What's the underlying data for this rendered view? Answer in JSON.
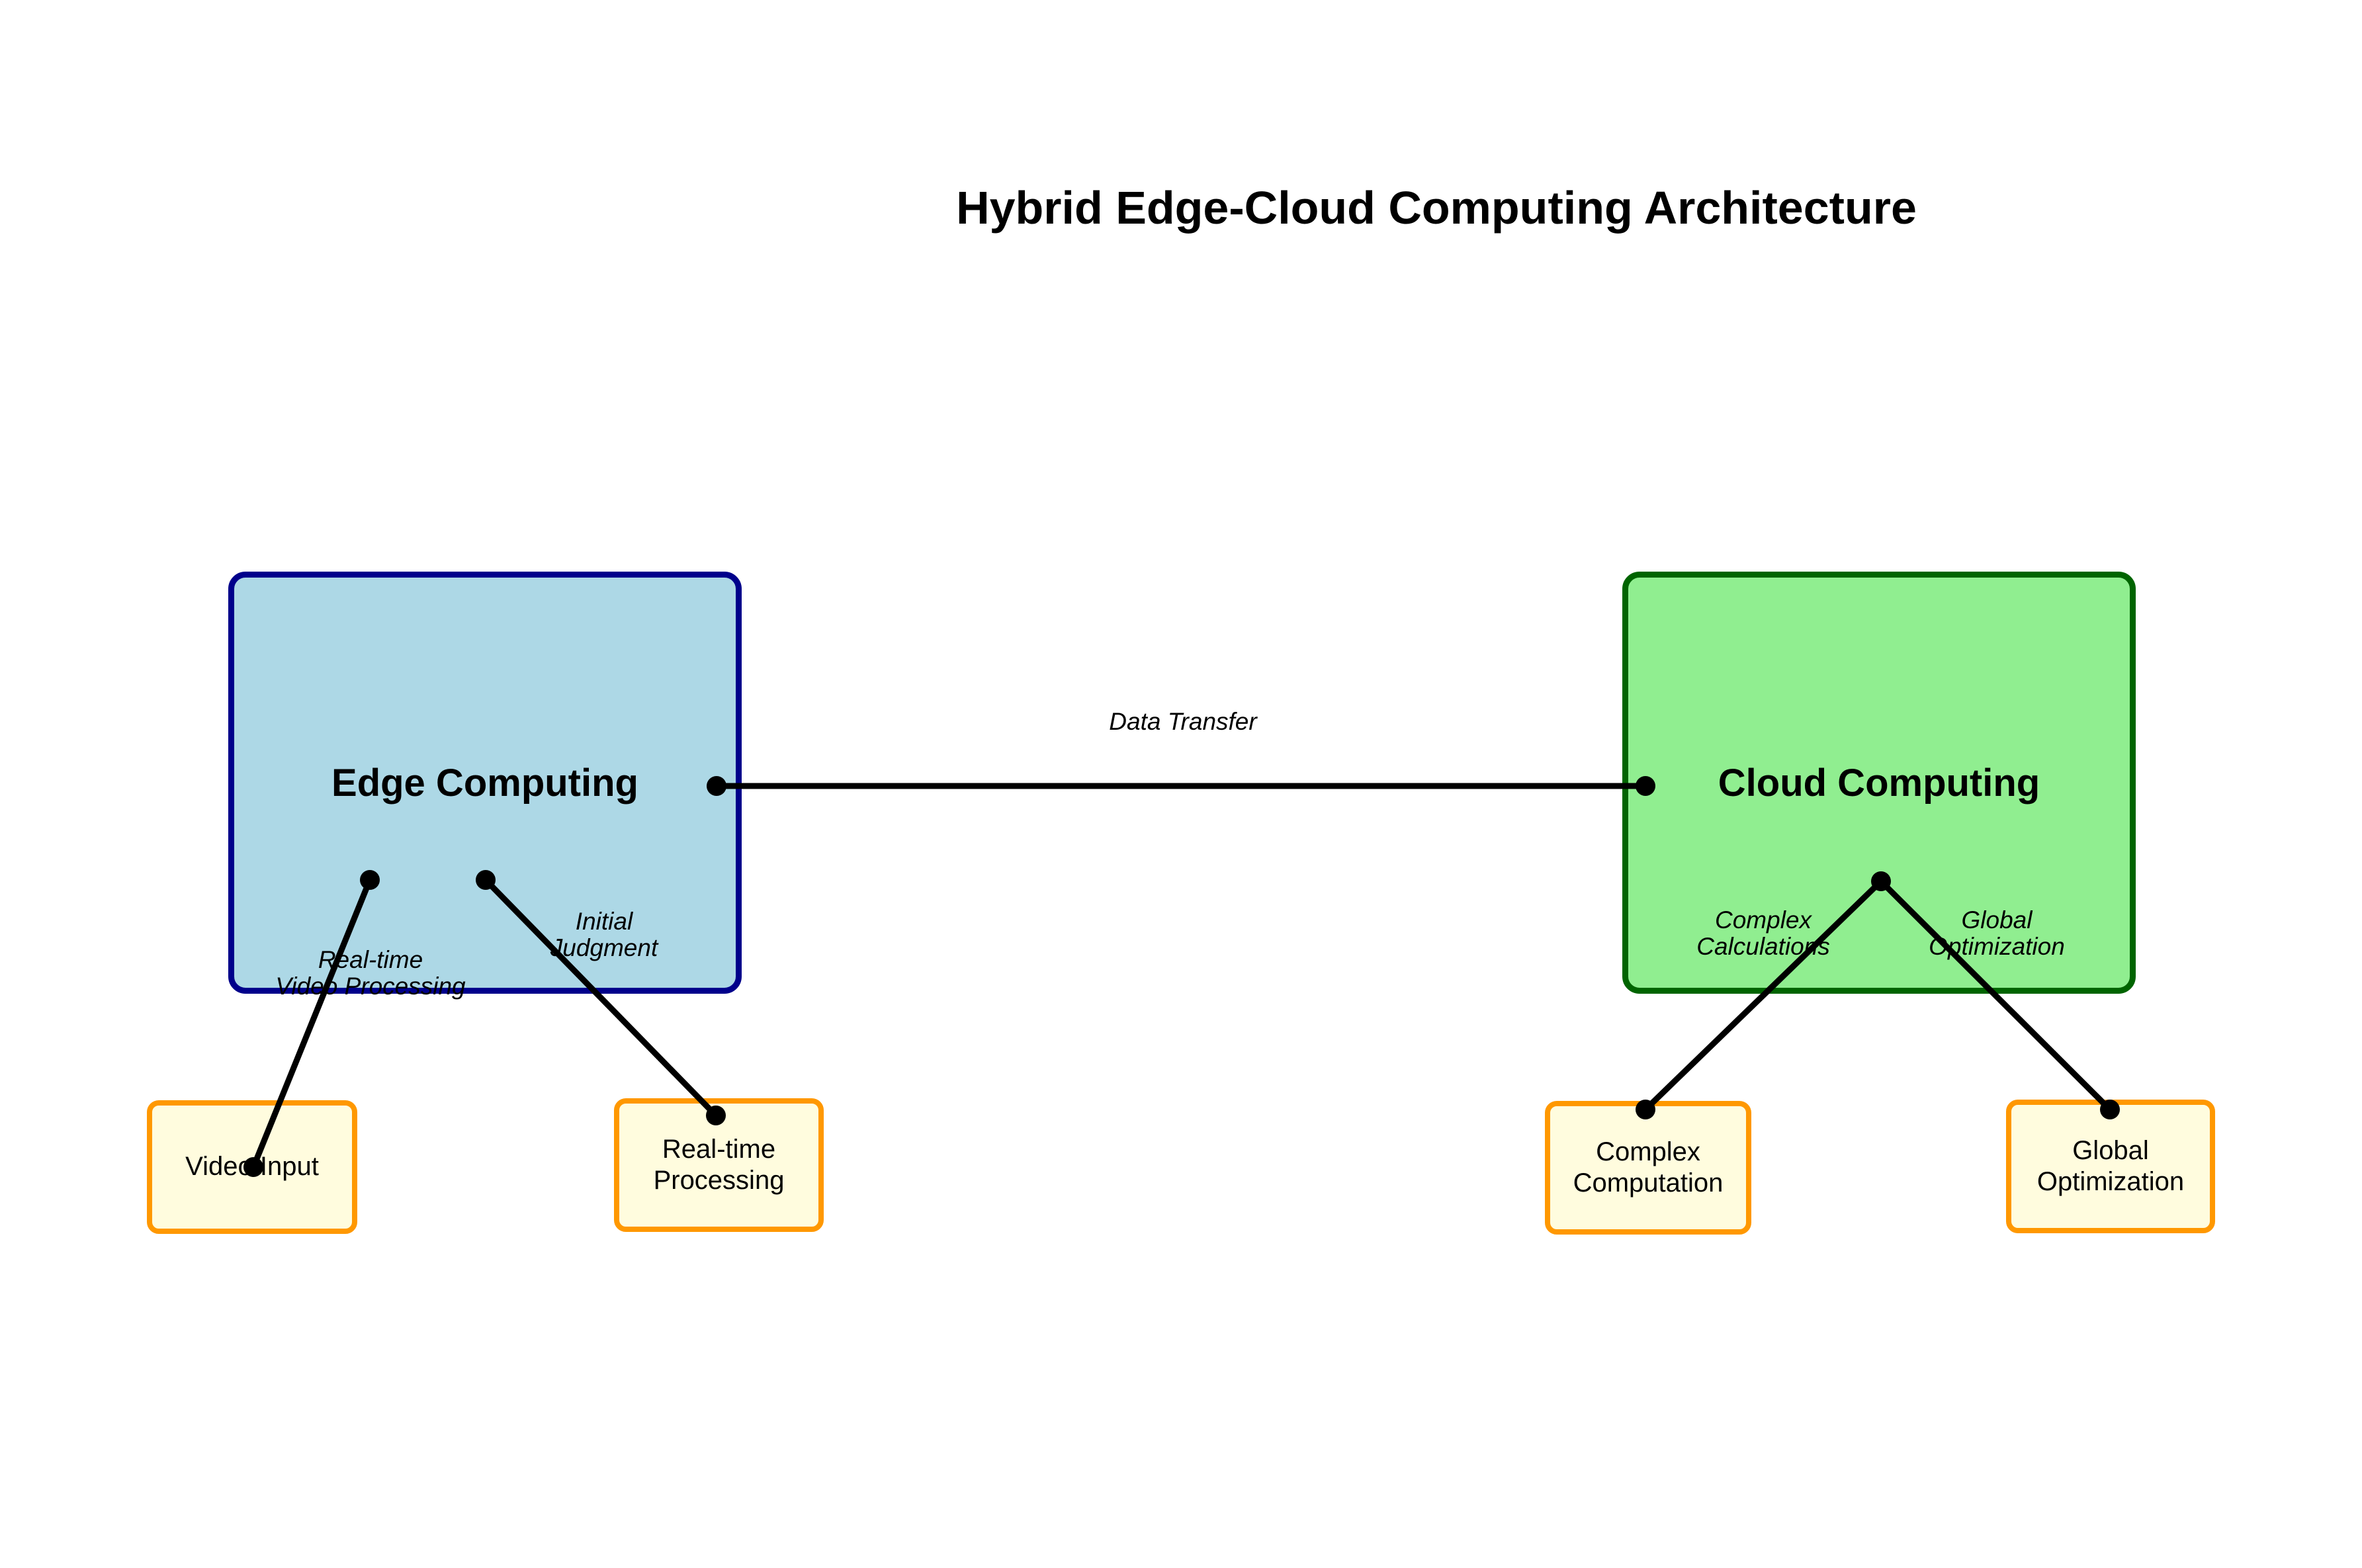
{
  "title": "Hybrid Edge-Cloud Computing Architecture",
  "colors": {
    "edge_fill": "#ADD8E6",
    "edge_border": "#00008B",
    "cloud_fill": "#90EE90",
    "cloud_border": "#006400",
    "leaf_fill": "#FFFCDE",
    "leaf_border": "#FF9800",
    "line_color": "#000000"
  },
  "nodes": {
    "edge": {
      "label": "Edge Computing"
    },
    "cloud": {
      "label": "Cloud Computing"
    },
    "video_input": {
      "label": "Video Input"
    },
    "realtime_processing": {
      "label": "Real-time Processing"
    },
    "complex_computation": {
      "label": "Complex Computation"
    },
    "global_optimization": {
      "label": "Global Optimization"
    }
  },
  "connections": [
    {
      "from": "edge",
      "to": "cloud",
      "label": "Data Transfer"
    },
    {
      "from": "edge",
      "to": "video_input",
      "label": "Real-time\nVideo Processing"
    },
    {
      "from": "edge",
      "to": "realtime_processing",
      "label": "Initial\nJudgment"
    },
    {
      "from": "cloud",
      "to": "complex_computation",
      "label": "Complex\nCalculations"
    },
    {
      "from": "cloud",
      "to": "global_optimization",
      "label": "Global\nOptimization"
    }
  ]
}
